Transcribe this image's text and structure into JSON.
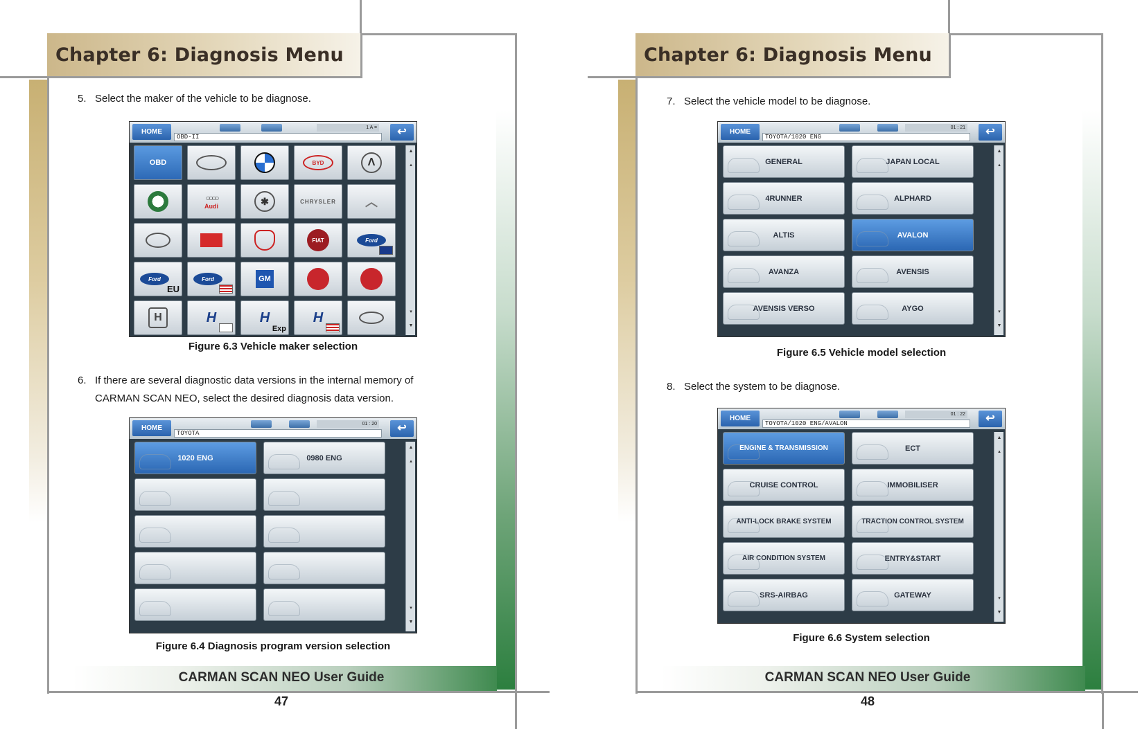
{
  "chapter_title": "Chapter 6: Diagnosis Menu",
  "footer": "CARMAN SCAN NEO User Guide",
  "left": {
    "page_number": "47",
    "step5": {
      "num": "5.",
      "text": "Select the maker of the vehicle to be diagnose."
    },
    "fig3": {
      "caption": "Figure 6.3 Vehicle maker selection",
      "home": "HOME",
      "path": "OBD-II",
      "status": "1 A ≡",
      "makers": [
        "OBD",
        "TOYOTA",
        "BMW",
        "BYD",
        "ACURA",
        "ALFA ROMEO",
        "Audi",
        "MERCEDES",
        "CHRYSLER",
        "CITROEN",
        "DAEWOO",
        "DAIHATSU",
        "DODGE",
        "FIAT",
        "FORD AU",
        "FORD EU",
        "FORD US",
        "GM",
        "HOLDEN",
        "HOLDEN",
        "HONDA",
        "HYUNDAI KR",
        "HYUNDAI EXP",
        "HYUNDAI US",
        "INFINITI"
      ],
      "eu_tag": "EU",
      "exp_tag": "Exp"
    },
    "step6": {
      "num": "6.",
      "line1": "If there are several diagnostic data versions in the internal memory of",
      "line2": "CARMAN SCAN NEO, select the desired diagnosis data version."
    },
    "fig4": {
      "caption": "Figure 6.4 Diagnosis program version selection",
      "home": "HOME",
      "path": "TOYOTA",
      "status": "01 : 20",
      "versions": [
        "1020 ENG",
        "0980 ENG",
        "",
        "",
        "",
        "",
        "",
        "",
        "",
        ""
      ]
    }
  },
  "right": {
    "page_number": "48",
    "step7": {
      "num": "7.",
      "text": "Select the vehicle model to be diagnose."
    },
    "fig5": {
      "caption": "Figure 6.5 Vehicle model selection",
      "home": "HOME",
      "path": "TOYOTA/1020 ENG",
      "status": "01 : 21",
      "models": [
        "GENERAL",
        "JAPAN LOCAL",
        "4RUNNER",
        "ALPHARD",
        "ALTIS",
        "AVALON",
        "AVANZA",
        "AVENSIS",
        "AVENSIS VERSO",
        "AYGO"
      ]
    },
    "step8": {
      "num": "8.",
      "text": "Select the system to be diagnose."
    },
    "fig6": {
      "caption": "Figure 6.6 System selection",
      "home": "HOME",
      "path": "TOYOTA/1020 ENG/AVALON",
      "status": "01 : 22",
      "systems": [
        "ENGINE & TRANSMISSION",
        "ECT",
        "CRUISE CONTROL",
        "IMMOBILISER",
        "ANTI-LOCK BRAKE SYSTEM",
        "TRACTION CONTROL SYSTEM",
        "AIR CONDITION SYSTEM",
        "ENTRY&START",
        "SRS-AIRBAG",
        "GATEWAY"
      ]
    }
  },
  "colors": {
    "selected_blue": "#2d69b6",
    "tab_gold": "#ccb78a",
    "footer_green": "#2c7f3f"
  }
}
